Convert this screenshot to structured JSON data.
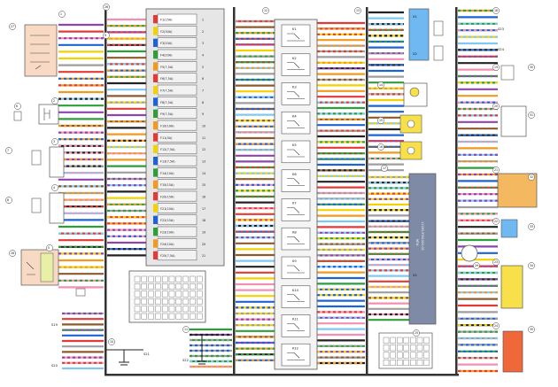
{
  "diagram": {
    "fuse_block": {
      "title": "F1(15A)",
      "fuses": [
        "F2(30A)",
        "F3(20A)",
        "F4(20A)",
        "F5(7,5A)",
        "F6(7,5A)",
        "F7(7,5A)",
        "F8(7,5A)",
        "F9(7,5A)",
        "F10(10A)",
        "F11(5A)",
        "F12(7,5A)",
        "F13(7,5A)",
        "F14(10A)",
        "F15(15A)",
        "F20(15A)",
        "F21(10A)",
        "F22(15A)",
        "F23(10A)",
        "F24(10A)",
        "F25(7,5A)"
      ]
    },
    "relays": [
      "K1",
      "K2",
      "K3",
      "K4",
      "K5",
      "K6",
      "K7",
      "K8",
      "K9",
      "K10",
      "K11",
      "K12"
    ],
    "right_connectors": [
      "X1",
      "X2",
      "X2"
    ],
    "module_label": "M74",
    "module_sub": "11183-3761020-02",
    "bottom_labels": [
      "S19",
      "S20",
      "S21",
      "S22"
    ],
    "side_labels": [
      "S23",
      "S24"
    ],
    "circled_numbers": [
      "1",
      "2",
      "3",
      "4",
      "5",
      "6",
      "7",
      "8",
      "9",
      "10",
      "11",
      "12",
      "13",
      "14",
      "15",
      "16",
      "17",
      "18",
      "19",
      "20",
      "21",
      "22",
      "23",
      "24",
      "25",
      "26",
      "27",
      "28",
      "29",
      "30",
      "31",
      "32",
      "33",
      "34",
      "35"
    ]
  },
  "colors": {
    "red": "#e53935",
    "blue": "#1e63d6",
    "green": "#2e9e3a",
    "yellow": "#f2d200",
    "orange": "#f39a1e",
    "pink": "#f48fb1",
    "brown": "#8d5a2b",
    "black": "#222222",
    "gray": "#9e9e9e",
    "white": "#ffffff",
    "violet": "#8e44ad",
    "lightblue": "#7ec8f2",
    "fuse_block_bg": "#e8e8e8",
    "module_bg": "#7f8aa6",
    "connector_blue": "#6fb8f2",
    "connector_yellow": "#f7e04a",
    "connector_orange": "#f0673a",
    "relay_bg": "#f4f4f4",
    "beige": "#f7d9c4"
  }
}
